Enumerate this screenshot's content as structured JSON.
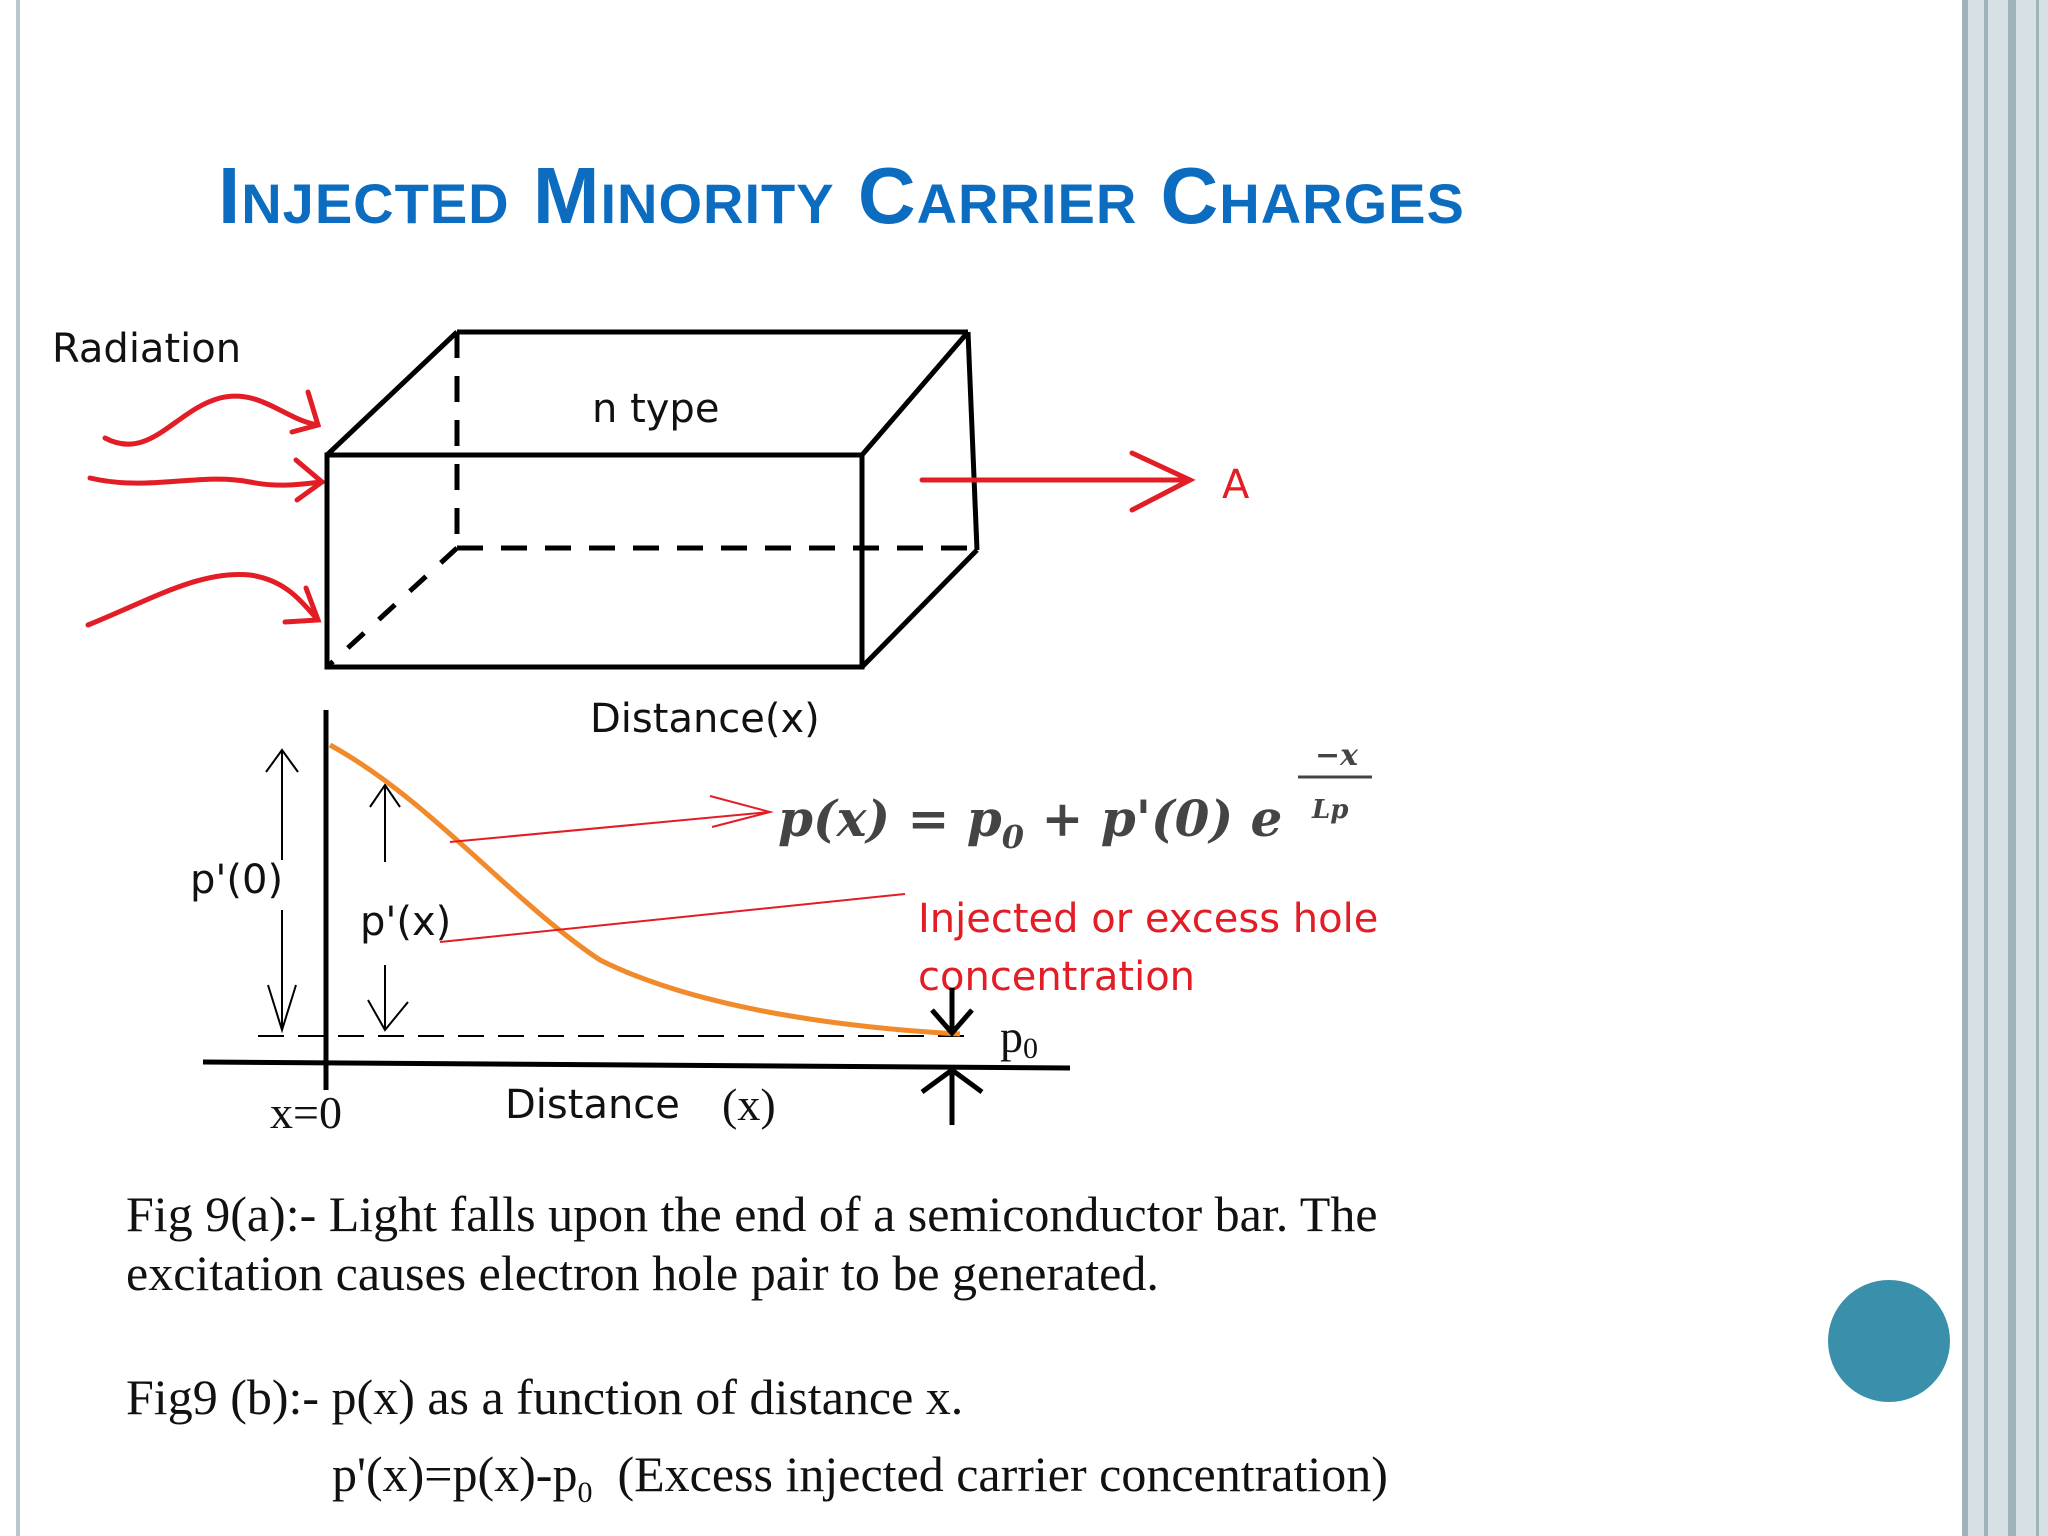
{
  "title": "Injected Minority Carrier Charges",
  "diagram": {
    "radiation_label": "Radiation",
    "bar_label": "n type",
    "arrow_label": "A",
    "top_axis_label": "Distance(x)",
    "p0_bracket_label": "p'(0)",
    "px_bracket_label": "p'(x)",
    "equation_main": "p(x) = p",
    "equation_sub": "0",
    "equation_rest": " + p'(0) e",
    "equation_exp_num": "−x",
    "equation_exp_den": "Lp",
    "injected_label_line1": "Injected or excess hole",
    "injected_label_line2": "concentration",
    "p0_label": "p",
    "p0_sub": "0",
    "x0_label": "x=0",
    "bottom_axis_label": "Distance",
    "bottom_axis_x": "(x)",
    "curve_color": "#f08a2a",
    "red_color": "#e21d25"
  },
  "captions": {
    "fig_a_line1": "Fig 9(a):- Light falls upon the end of a semiconductor bar. The",
    "fig_a_line2": "excitation causes electron hole pair to be generated.",
    "fig_b_line1": "Fig9 (b):- p(x) as a function of distance x.",
    "fig_b_line2": "p'(x)=p(x)-p",
    "fig_b_line2_sub": "0",
    "fig_b_line2_rest": "(Excess injected carrier concentration)"
  }
}
